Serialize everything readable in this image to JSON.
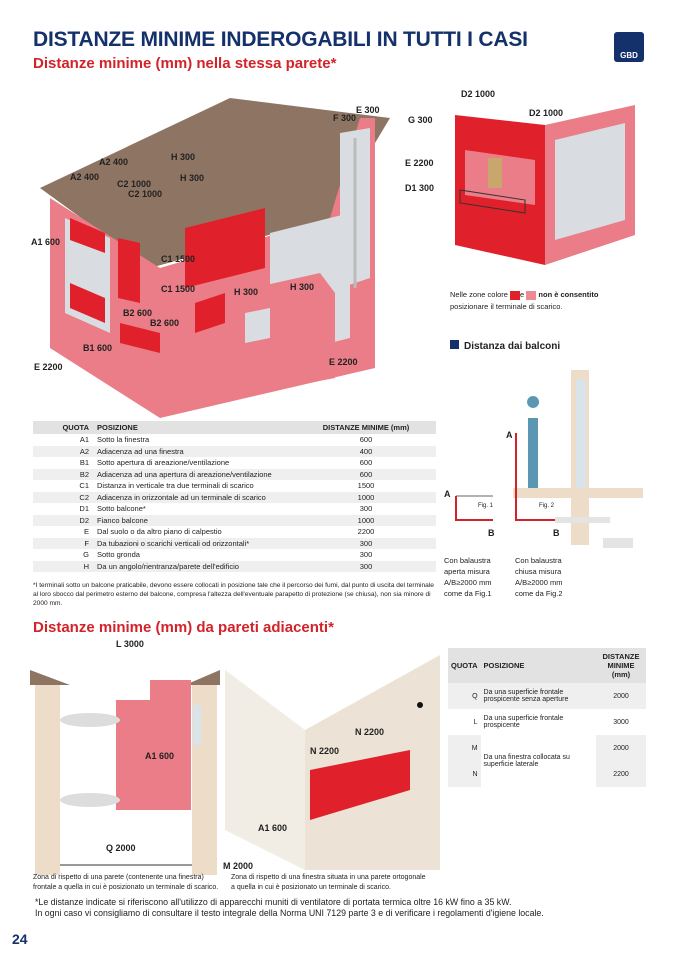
{
  "header": {
    "title": "DISTANZE MINIME INDEROGABILI IN TUTTI I CASI",
    "logo": "GBD",
    "subtitle1": "Distanze minime (mm) nella stessa parete*",
    "subtitle2": "Distanze minime (mm) da pareti adiacenti*"
  },
  "house_labels": [
    "E 300",
    "F 300",
    "G 300",
    "H 300",
    "H 300",
    "A2 400",
    "A2 400",
    "C2 1000",
    "C2 1000",
    "A1 600",
    "C1 1500",
    "C1 1500",
    "H 300",
    "H 300",
    "B2 600",
    "B2 600",
    "B1 600",
    "E 2200",
    "E 2200"
  ],
  "balcony_labels": [
    "D2 1000",
    "D2 1000",
    "E 2200",
    "D1 300"
  ],
  "legend": {
    "text_before": "Nelle zone colore",
    "text_mid": "e",
    "text_after": "non è consentito",
    "line2": "posizionare il terminale di scarico.",
    "red": "#e0202a",
    "pink": "#ee8a92"
  },
  "balconi": {
    "heading": "Distanza dai balconi",
    "fig1": "Fig. 1",
    "fig2": "Fig. 2",
    "a": "A",
    "b": "B",
    "cap1": [
      "Con balaustra",
      "aperta misura",
      "A/B≥2000 mm",
      "come da Fig.1"
    ],
    "cap2": [
      "Con balaustra",
      "chiusa misura",
      "A/B≥2000 mm",
      "come da Fig.2"
    ]
  },
  "table1": {
    "headers": [
      "QUOTA",
      "POSIZIONE",
      "DISTANZE MINIME (mm)"
    ],
    "rows": [
      [
        "A1",
        "Sotto la finestra",
        "600"
      ],
      [
        "A2",
        "Adiacenza ad una finestra",
        "400"
      ],
      [
        "B1",
        "Sotto apertura di areazione/ventilazione",
        "600"
      ],
      [
        "B2",
        "Adiacenza ad una apertura di areazione/ventilazione",
        "600"
      ],
      [
        "C1",
        "Distanza in verticale tra due terminali di scarico",
        "1500"
      ],
      [
        "C2",
        "Adiacenza in orizzontale ad un terminale di scarico",
        "1000"
      ],
      [
        "D1",
        "Sotto balcone*",
        "300"
      ],
      [
        "D2",
        "Fianco balcone",
        "1000"
      ],
      [
        "E",
        "Dal suolo o da altro piano di calpestio",
        "2200"
      ],
      [
        "F",
        "Da tubazioni o scarichi verticali od orizzontali*",
        "300"
      ],
      [
        "G",
        "Sotto gronda",
        "300"
      ],
      [
        "H",
        "Da un angolo/rientranza/parete dell'edificio",
        "300"
      ]
    ],
    "note": "*I terminali sotto un balcone praticabile, devono essere collocati in posizione tale che il percorso dei fumi, dal punto di uscita del terminale al loro sbocco dal perimetro esterno del balcone, compresa l'altezza dell'eventuale parapetto di protezione (se chiusa), non sia minore di 2000 mm."
  },
  "adj_labels": {
    "l": "L 3000",
    "a1": "A1 600",
    "q": "Q 2000",
    "n1": "N 2200",
    "n2": "N 2200",
    "a1b": "A1 600",
    "m": "M 2000"
  },
  "captions": {
    "left": [
      "Zona di rispetto di una parete (contenente una finestra)",
      "frontale a quella in cui è posizionato un terminale di scarico."
    ],
    "right": [
      "Zona di rispetto di una finestra situata in una parete ortogonale",
      "a quella in cui è posizionato un terminale di scarico."
    ]
  },
  "table2": {
    "headers": [
      "QUOTA",
      "POSIZIONE",
      "DISTANZE MINIME (mm)"
    ],
    "rows": [
      [
        "Q",
        "Da una superficie frontale prospicente senza aperture",
        "2000"
      ],
      [
        "L",
        "Da una superficie frontale prospicente",
        "3000"
      ],
      [
        "M",
        "Da una finestra collocata su superficie laterale",
        "2000"
      ],
      [
        "N",
        "",
        "2200"
      ]
    ]
  },
  "footnote": [
    "*Le distanze indicate si riferiscono all'utilizzo di apparecchi muniti di ventilatore di portata termica oltre 16 kW fino a 35 kW.",
    "In ogni caso vi consigliamo di consultare il testo integrale della Norma UNI 7129 parte 3 e di verificare i regolamenti d'igiene locale."
  ],
  "page_number": "24"
}
